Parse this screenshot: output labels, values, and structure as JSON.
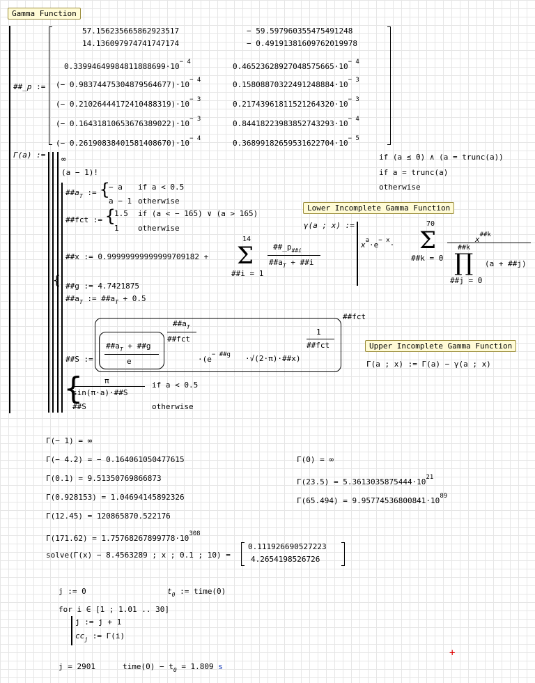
{
  "headers": {
    "gamma": "Gamma Function",
    "lower": "Lower Incomplete Gamma Function",
    "upper": "Upper Incomplete Gamma Function"
  },
  "p_def": {
    "lhs": "##_p",
    "assign": ":=",
    "rows": [
      [
        "57.156235665862923517",
        "− 59.597960355475491248"
      ],
      [
        "14.136097974741747174",
        "− 0.49191381609762019978"
      ],
      [
        "0.33994649984811888699·10",
        "0.46523628927048575665·10"
      ],
      [
        "(− 0.98374475304879564677)·10",
        "0.15808870322491248884·10"
      ],
      [
        "(− 0.21026444172410488319)·10",
        "0.21743961811521264320·10"
      ],
      [
        "(− 0.16431810653676389022)·10",
        "0.84418223983852743293·10"
      ],
      [
        "(− 0.26190838401581408670)·10",
        "0.36899182659531622704·10"
      ]
    ],
    "exps": [
      [
        "",
        ""
      ],
      [
        "",
        ""
      ],
      [
        "− 4",
        "− 4"
      ],
      [
        "− 4",
        "− 3"
      ],
      [
        "− 3",
        "− 3"
      ],
      [
        "− 3",
        "− 4"
      ],
      [
        "− 4",
        "− 5"
      ]
    ]
  },
  "gamma_def": {
    "lhs": "Γ(a) :=",
    "inf": "∞",
    "cond1": "if (a ≤ 0) ∧ (a = trunc(a))",
    "fact": "(a − 1)!",
    "cond2": "if a = trunc(a)",
    "otherwise": "otherwise",
    "aT_lhs": "##a",
    "aT_case1": "− a",
    "aT_cond1": "if a < 0.5",
    "aT_case2": "a − 1",
    "aT_cond2": "otherwise",
    "fct_lhs": "##fct :=",
    "fct_case1": "1.5",
    "fct_cond1": "if (a < − 165) ∨ (a > 165)",
    "fct_case2": "1",
    "fct_cond2": "otherwise",
    "x_lhs": "##x := 0.99999999999999709182 +",
    "sum_top": "14",
    "sum_bottom": "##i = 1",
    "sum_num": "##_p",
    "sum_num_sub": "##i",
    "sum_den": "##a",
    "sum_den_rest": "+ ##i",
    "g_line": "##g := 4.7421875",
    "aT2_line": "##a",
    "aT2_rest": ":= ##a",
    "aT2_tail": "+ 0.5",
    "S_lhs": "##S :=",
    "S_num": "##a",
    "S_num_rest": "+ ##g",
    "S_den": "e",
    "S_exp_num": "##a",
    "S_exp_den": "##fct",
    "S_mid": "·(e",
    "S_mid_exp": "− ##g",
    "S_sqrt": "·√(2·π)·##x)",
    "S_inner_exp_num": "1",
    "S_inner_exp_den": "##fct",
    "S_outer_exp": "##fct",
    "fin_num": "π",
    "fin_den": "sin(π·a)·##S",
    "fin_cond": "if a < 0.5",
    "fin_else": "##S",
    "fin_otherwise": "otherwise"
  },
  "lower_def": {
    "lhs": "γ(a ; x) :=",
    "body_x": "x",
    "body_a": "a",
    "body_e": "·e",
    "body_ex": "− x",
    "body_dot": "·",
    "sum_top": "70",
    "sum_bottom": "##k = 0",
    "frac_num": "x",
    "frac_num_exp": "##k",
    "prod_top": "##k",
    "prod_bottom": "##j = 0",
    "prod_term": "(a + ##j)"
  },
  "upper_def": {
    "expr": "Γ(a ; x) := Γ(a) − γ(a ; x)"
  },
  "results_left": [
    {
      "expr": "Γ(− 1) = ∞",
      "exp": ""
    },
    {
      "expr": "Γ(− 4.2) = − 0.164061050477615",
      "exp": ""
    },
    {
      "expr": "Γ(0.1) = 9.51350769866873",
      "exp": ""
    },
    {
      "expr": "Γ(0.928153) = 1.04694145892326",
      "exp": ""
    },
    {
      "expr": "Γ(12.45) = 120865870.522176",
      "exp": ""
    },
    {
      "expr": "Γ(171.62) = 1.75768267899778·10",
      "exp": "308"
    }
  ],
  "results_right": [
    {
      "expr": "Γ(0) = ∞",
      "exp": ""
    },
    {
      "expr": "Γ(23.5) = 5.3613035875444·10",
      "exp": "21"
    },
    {
      "expr": "Γ(65.494) = 9.95774536800841·10",
      "exp": "89"
    }
  ],
  "solve": {
    "expr": "solve(Γ(x) − 8.4563289 ; x ; 0.1 ; 10) =",
    "values": [
      "0.111926690527223",
      "4.2654198526726"
    ]
  },
  "timing": {
    "j_init": "j := 0",
    "t0_lhs": "t",
    "t0_sub": "0",
    "t0_rhs": ":= time(0)",
    "for_line": "for i ∈ [1 ; 1.01 .. 30]",
    "inc_line": "j := j + 1",
    "cc_lhs": "cc",
    "cc_sub": "j",
    "cc_rhs": ":= Γ(i)",
    "j_result": "j = 2901",
    "elapsed_expr": "time(0) − t",
    "elapsed_sub": "0",
    "elapsed_val": "= 1.809",
    "elapsed_unit": "s"
  },
  "cursor": "+"
}
